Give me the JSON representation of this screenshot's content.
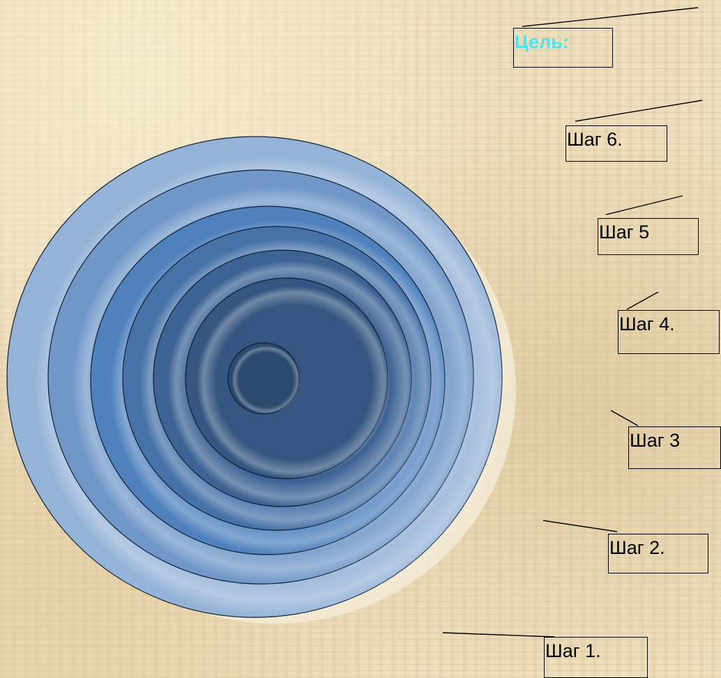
{
  "goal": {
    "label": "Цель:",
    "color": "#4fe3f0"
  },
  "steps": [
    {
      "label": "Шаг 1."
    },
    {
      "label": "Шаг 2."
    },
    {
      "label": "Шаг 3"
    },
    {
      "label": "Шаг 4."
    },
    {
      "label": "Шаг 5"
    },
    {
      "label": "Шаг 6."
    }
  ],
  "rings": {
    "count": 7,
    "colors": [
      "#95b3d7",
      "#7097c8",
      "#4f81bd",
      "#4672a8",
      "#3d6394",
      "#345680",
      "#2c4a6e"
    ],
    "outline": "#0d1f33"
  },
  "background": {
    "color": "#ecdcb8"
  }
}
